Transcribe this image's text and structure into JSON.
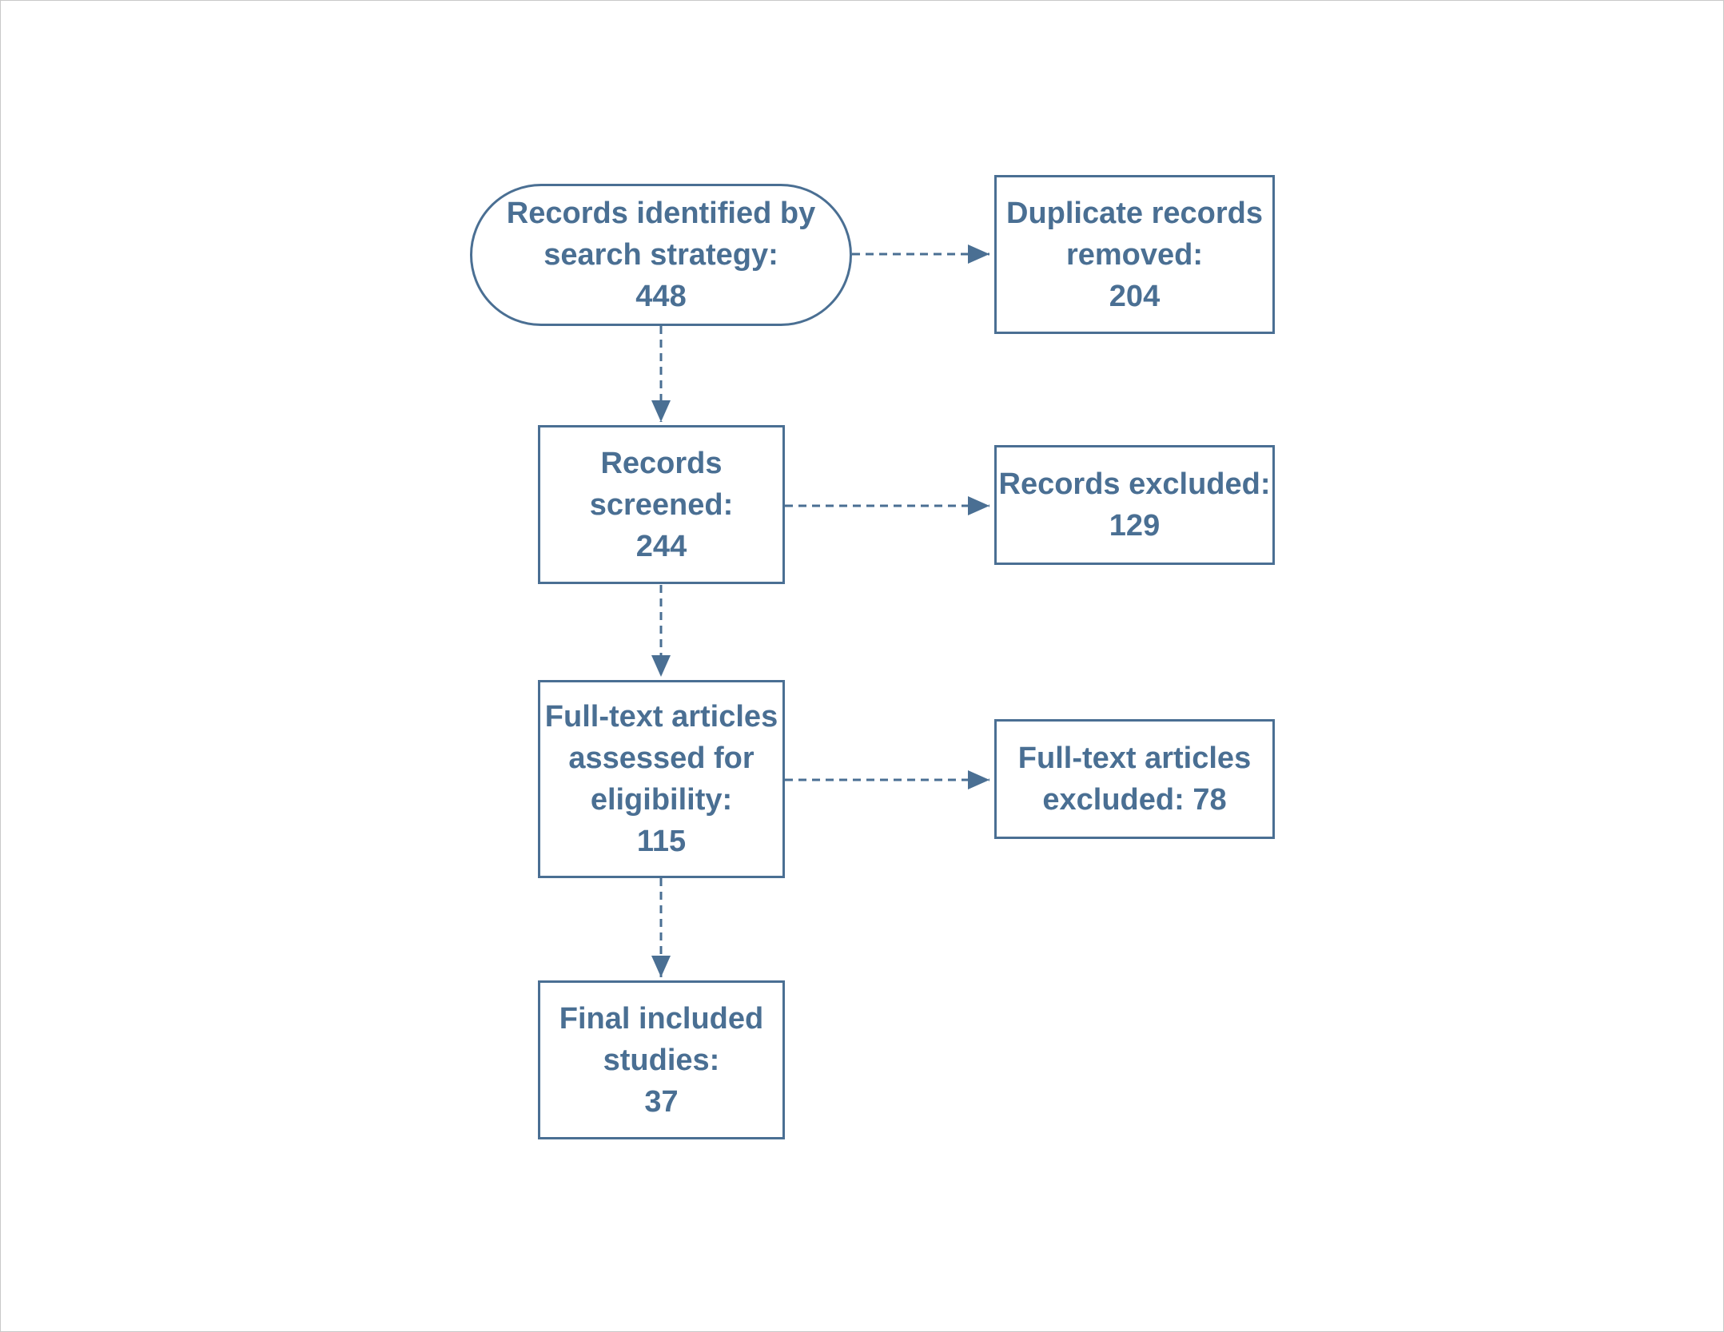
{
  "colors": {
    "stroke": "#4a6f93",
    "text": "#4a6f93",
    "background": "#ffffff"
  },
  "nodes": {
    "identified": {
      "lines": [
        "Records identified by",
        "search strategy:",
        "448"
      ],
      "shape": "rounded-terminal"
    },
    "duplicates": {
      "lines": [
        "Duplicate records",
        "removed:",
        "204"
      ],
      "shape": "rectangle"
    },
    "screened": {
      "lines": [
        "Records",
        "screened:",
        "244"
      ],
      "shape": "rectangle"
    },
    "excluded": {
      "lines": [
        "Records excluded:",
        "129"
      ],
      "shape": "rectangle"
    },
    "fulltext": {
      "lines": [
        "Full-text articles",
        "assessed for",
        "eligibility:",
        "115"
      ],
      "shape": "rectangle"
    },
    "fulltext_excluded": {
      "lines": [
        "Full-text articles",
        "excluded: 78"
      ],
      "shape": "rectangle"
    },
    "included": {
      "lines": [
        "Final included",
        "studies:",
        "37"
      ],
      "shape": "rectangle"
    }
  },
  "edges": [
    {
      "from": "identified",
      "to": "duplicates",
      "style": "dashed-arrow"
    },
    {
      "from": "identified",
      "to": "screened",
      "style": "dashed-arrow"
    },
    {
      "from": "screened",
      "to": "excluded",
      "style": "dashed-arrow"
    },
    {
      "from": "screened",
      "to": "fulltext",
      "style": "dashed-arrow"
    },
    {
      "from": "fulltext",
      "to": "fulltext_excluded",
      "style": "dashed-arrow"
    },
    {
      "from": "fulltext",
      "to": "included",
      "style": "dashed-arrow"
    }
  ]
}
